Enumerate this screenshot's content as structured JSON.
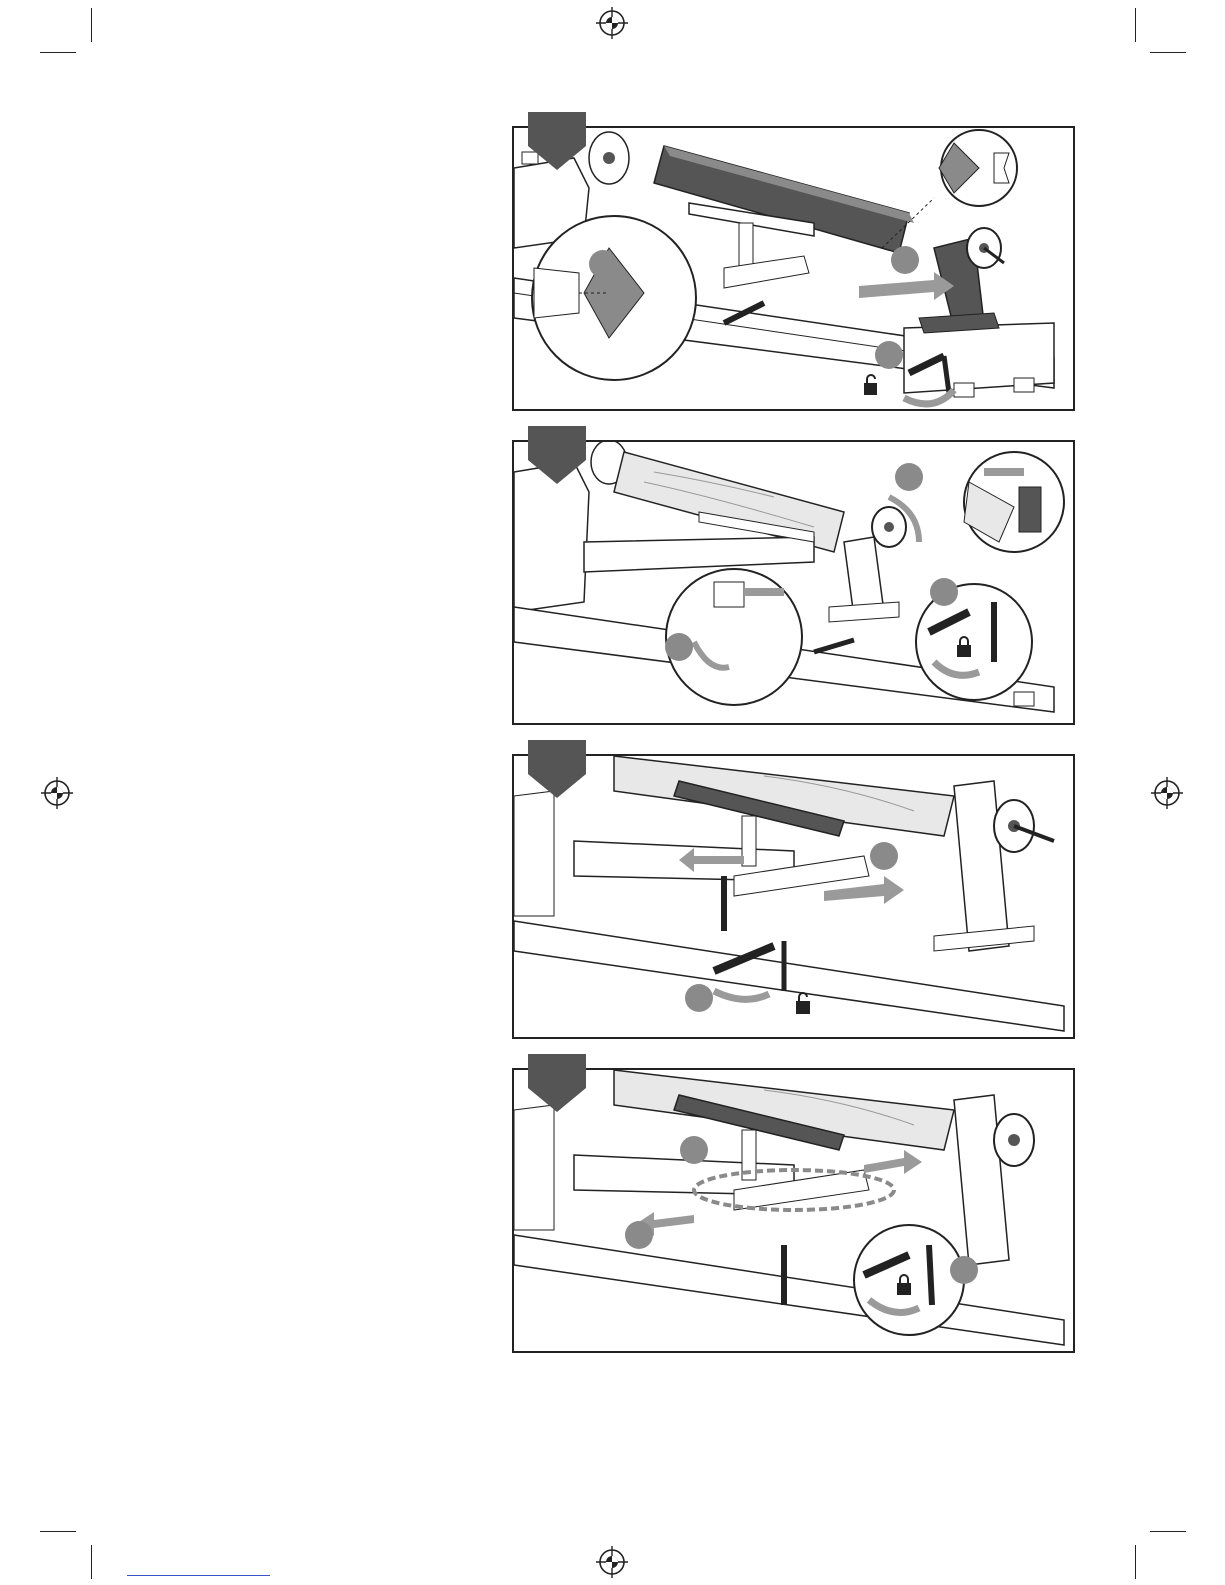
{
  "page": {
    "panels": [
      {
        "id": 1,
        "lock": "unlocked",
        "callouts": 3
      },
      {
        "id": 2,
        "lock": "locked",
        "callouts": 3
      },
      {
        "id": 3,
        "lock": "unlocked",
        "callouts": 2
      },
      {
        "id": 4,
        "lock": "locked",
        "callouts": 3
      }
    ],
    "icons": {
      "registration": "registration-mark-icon",
      "lock_closed": "lock-closed-icon",
      "lock_open": "lock-open-icon"
    },
    "colors": {
      "line": "#222222",
      "dark_fill": "#555555",
      "mid_fill": "#8a8a8a",
      "light_fill": "#d9d9d9",
      "arrow": "#9a9a9a"
    }
  }
}
